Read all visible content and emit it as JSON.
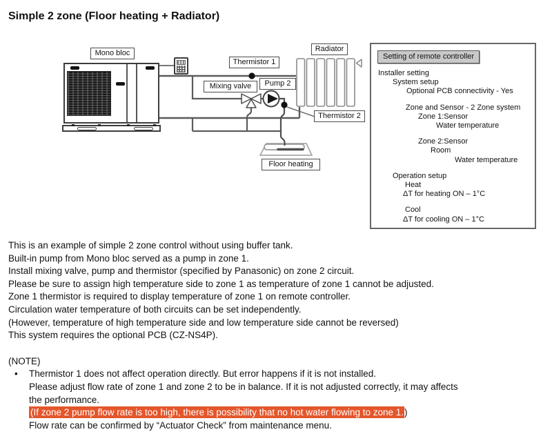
{
  "title": "Simple 2 zone (Floor heating + Radiator)",
  "diagram": {
    "labels": {
      "mono_bloc": "Mono bloc",
      "thermistor1": "Thermistor 1",
      "mixing_valve": "Mixing valve",
      "pump2": "Pump 2",
      "radiator": "Radiator",
      "thermistor2": "Thermistor 2",
      "floor_heating": "Floor heating"
    },
    "colors": {
      "pipe": "#5a5a5a",
      "outline": "#4a4a4a",
      "radiator_stroke": "#8a8a8a"
    }
  },
  "settings_panel": {
    "header": "Setting of remote controller",
    "header_bg": "#c9c9c9",
    "lines": [
      {
        "text": "Installer setting"
      },
      {
        "text": "System setup"
      },
      {
        "text": "Optional PCB connectivity - Yes"
      },
      {
        "text": "Zone and Sensor - 2 Zone system"
      },
      {
        "text": "Zone 1:Sensor"
      },
      {
        "text": "Water temperature"
      },
      {
        "text": "Zone 2:Sensor"
      },
      {
        "text": "Room"
      },
      {
        "text": "Water temperature"
      },
      {
        "text": "Operation setup"
      },
      {
        "text": "Heat"
      },
      {
        "text": "ΔT for heating ON – 1°C"
      },
      {
        "text": "Cool"
      },
      {
        "text": "ΔT for cooling ON – 1°C"
      }
    ]
  },
  "body": {
    "lines": [
      "This is an example of simple 2 zone control without using buffer tank.",
      "Built-in pump from Mono bloc served as a pump in zone 1.",
      "Install mixing valve, pump and thermistor (specified by Panasonic) on zone 2 circuit.",
      "Please be sure to assign high temperature side to zone 1 as temperature of zone 1 cannot be adjusted.",
      "Zone 1 thermistor is required to display temperature of zone 1 on remote controller.",
      "Circulation water temperature of both circuits can be set independently.",
      "(However, temperature of high temperature side and low temperature side cannot be reversed)",
      "This system requires the optional PCB (CZ-NS4P)."
    ]
  },
  "note": {
    "heading": "(NOTE)",
    "bullet": "•",
    "lines": [
      "Thermistor 1 does not affect operation directly. But error happens if it is not installed.",
      "Please adjust flow rate of zone 1 and zone 2 to be in balance. If it is not adjusted correctly, it may affects",
      "the performance."
    ],
    "highlight_text": "(If zone 2 pump flow rate is too high, there is possibility that no hot water flowing to zone 1.",
    "highlight_suffix": ")",
    "highlight_color": "#e4562b",
    "last_line": "Flow rate can be confirmed by “Actuator Check” from maintenance menu."
  }
}
